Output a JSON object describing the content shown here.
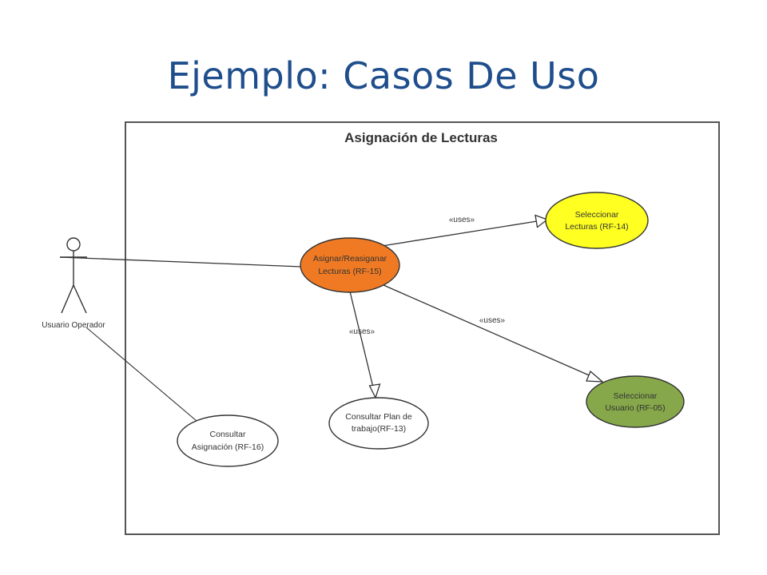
{
  "slide": {
    "title": "Ejemplo: Casos De Uso"
  },
  "diagram": {
    "system_title": "Asignación de Lecturas",
    "actor": {
      "name": "Usuario Operador"
    },
    "use_cases": {
      "asignar": {
        "line1": "Asignar/Reasiganar",
        "line2": "Lecturas (RF-15)",
        "fill": "#f07a23"
      },
      "seleccionar_lecturas": {
        "line1": "Seleccionar",
        "line2": "Lecturas (RF-14)",
        "fill": "#ffff22"
      },
      "seleccionar_usuario": {
        "line1": "Seleccionar",
        "line2": "Usuario (RF-05)",
        "fill": "#86a84a"
      },
      "consultar_plan": {
        "line1": "Consultar Plan de",
        "line2": "trabajo(RF-13)",
        "fill": "#ffffff"
      },
      "consultar_asignacion": {
        "line1": "Consultar",
        "line2": "Asignación (RF-16)",
        "fill": "#ffffff"
      }
    },
    "relations": {
      "uses_to_lecturas": "«uses»",
      "uses_to_plan": "«uses»",
      "uses_to_usuario": "«uses»"
    }
  }
}
